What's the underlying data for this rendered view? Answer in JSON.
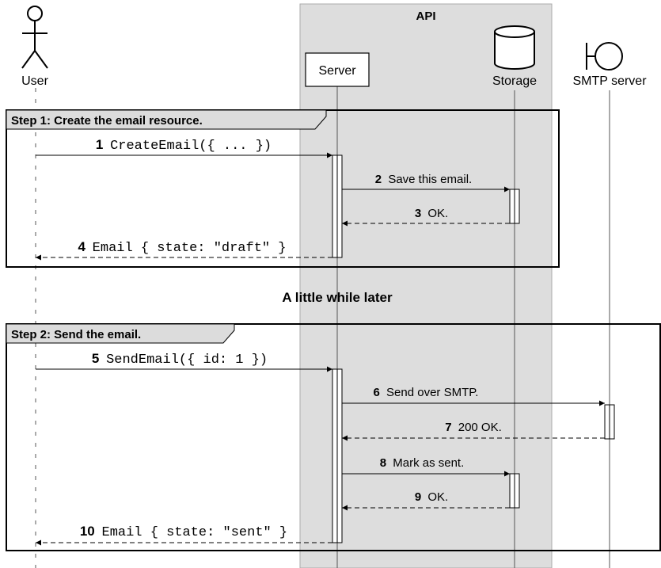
{
  "group": {
    "label": "API"
  },
  "participants": [
    {
      "id": "user",
      "label": "User",
      "kind": "actor"
    },
    {
      "id": "server",
      "label": "Server",
      "kind": "box"
    },
    {
      "id": "storage",
      "label": "Storage",
      "kind": "database"
    },
    {
      "id": "smtp",
      "label": "SMTP server",
      "kind": "boundary"
    }
  ],
  "fragments": [
    {
      "label": "Step 1: Create the email resource."
    },
    {
      "label": "Step 2: Send the email."
    }
  ],
  "divider": {
    "label": "A little while later"
  },
  "messages": [
    {
      "num": "1",
      "text": "CreateEmail({ ... })",
      "style": "code",
      "dashed": false
    },
    {
      "num": "2",
      "text": "Save this email.",
      "style": "sans",
      "dashed": false
    },
    {
      "num": "3",
      "text": "OK.",
      "style": "sans",
      "dashed": true
    },
    {
      "num": "4",
      "text": "Email { state: \"draft\" }",
      "style": "code",
      "dashed": true
    },
    {
      "num": "5",
      "text": "SendEmail({ id: 1 })",
      "style": "code",
      "dashed": false
    },
    {
      "num": "6",
      "text": "Send over SMTP.",
      "style": "sans",
      "dashed": false
    },
    {
      "num": "7",
      "text": "200 OK.",
      "style": "sans",
      "dashed": true
    },
    {
      "num": "8",
      "text": "Mark as sent.",
      "style": "sans",
      "dashed": false
    },
    {
      "num": "9",
      "text": "OK.",
      "style": "sans",
      "dashed": true
    },
    {
      "num": "10",
      "text": "Email { state: \"sent\" }",
      "style": "code",
      "dashed": true
    }
  ],
  "colors": {
    "group_fill": "#dddddd",
    "fragment_tab": "#dcdcdc",
    "line": "#000000"
  }
}
